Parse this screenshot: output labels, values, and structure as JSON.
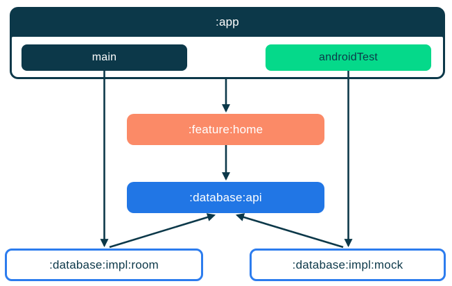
{
  "diagram": {
    "type": "module-dependency-graph",
    "app_module": {
      "label": ":app",
      "source_sets": [
        {
          "id": "main",
          "label": "main",
          "bg": "#0C3849",
          "text_color": "#FFFFFF"
        },
        {
          "id": "androidTest",
          "label": "androidTest",
          "bg": "#05D98A",
          "text_color": "#0C3849"
        }
      ]
    },
    "modules": [
      {
        "id": "feature-home",
        "label": ":feature:home",
        "bg": "#FB8A67",
        "text_color": "#FFFFFF"
      },
      {
        "id": "database-api",
        "label": ":database:api",
        "bg": "#2176E5",
        "text_color": "#FFFFFF"
      },
      {
        "id": "database-impl-room",
        "label": ":database:impl:room",
        "bg": "#FFFFFF",
        "border_color": "#2C7CEE",
        "text_color": "#0C3849"
      },
      {
        "id": "database-impl-mock",
        "label": ":database:impl:mock",
        "bg": "#FFFFFF",
        "border_color": "#2C7CEE",
        "text_color": "#0C3849"
      }
    ],
    "edges": [
      {
        "from": "main",
        "to": ":database:impl:room",
        "direction": "down"
      },
      {
        "from": ":app",
        "to": ":feature:home",
        "direction": "down"
      },
      {
        "from": "androidTest",
        "to": ":database:impl:mock",
        "direction": "down"
      },
      {
        "from": ":feature:home",
        "to": ":database:api",
        "direction": "down"
      },
      {
        "from": ":database:impl:room",
        "to": ":database:api",
        "direction": "up"
      },
      {
        "from": ":database:impl:mock",
        "to": ":database:api",
        "direction": "up"
      }
    ],
    "colors": {
      "navy": "#0C3849",
      "green": "#05D98A",
      "coral": "#FB8A67",
      "blue": "#2176E5",
      "impl_border_blue": "#2C7CEE",
      "background": "#FFFFFF"
    }
  }
}
